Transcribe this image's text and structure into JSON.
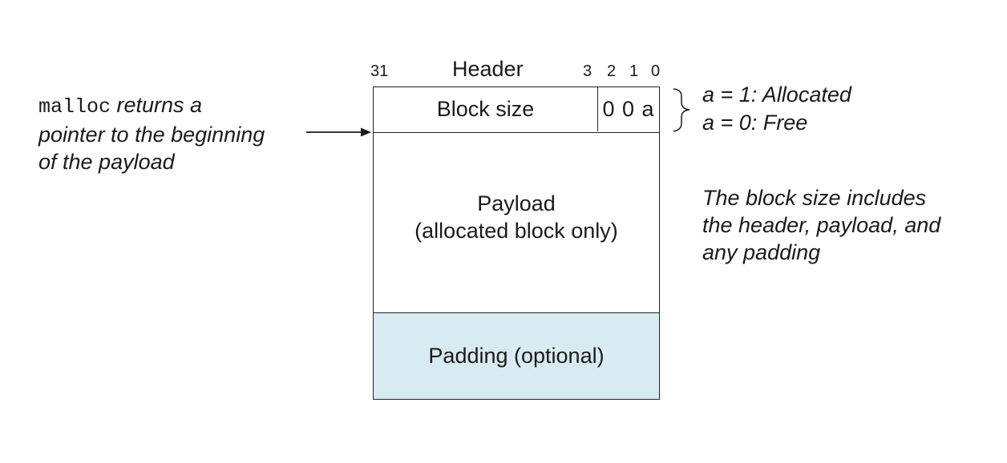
{
  "header": {
    "title": "Header",
    "bit_left": "31",
    "bits_right": [
      "3",
      "2",
      "1",
      "0"
    ]
  },
  "block": {
    "size_label": "Block size",
    "flags": "0 0 a",
    "payload_line1": "Payload",
    "payload_line2": "(allocated block only)",
    "padding_label": "Padding (optional)",
    "padding_color": "#d9ebf2"
  },
  "left_note": {
    "code": "malloc",
    "line1_rest": " returns a",
    "line2": "pointer to the beginning",
    "line3": "of the payload"
  },
  "legend": {
    "allocated": "a = 1: Allocated",
    "free": "a = 0: Free"
  },
  "size_note": {
    "line1": "The block size includes",
    "line2": "the header, payload, and",
    "line3": "any padding"
  }
}
